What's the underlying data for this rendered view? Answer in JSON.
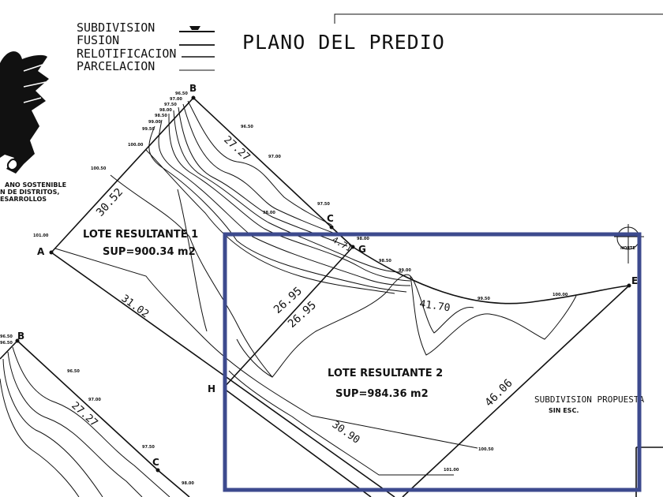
{
  "legend": {
    "items": [
      "SUBDIVISION",
      "FUSION",
      "RELOTIFICACION",
      "PARCELACION"
    ]
  },
  "title": "PLANO DEL PREDIO",
  "logo_text": [
    "ANO SOSTENIBLE",
    "N DE DISTRITOS,",
    "ESARROLLOS"
  ],
  "points": {
    "A": "A",
    "B": "B",
    "C": "C",
    "G": "G",
    "E": "E",
    "H": "H",
    "B2": "B",
    "C2": "C"
  },
  "dimensions": {
    "ab": "30.52",
    "bc": "27.27",
    "a_south": "31.02",
    "cg": "4.71",
    "gh_1": "26.95",
    "gh_2": "26.95",
    "ge": "41.70",
    "e_south": "46.06",
    "h_south": "30.90",
    "bc2": "27.27"
  },
  "lots": {
    "lot1": {
      "name": "LOTE RESULTANTE 1",
      "area": "SUP=900.34 m2"
    },
    "lot2": {
      "name": "LOTE RESULTANTE 2",
      "area": "SUP=984.36 m2"
    }
  },
  "elevations": [
    "96.50",
    "97.00",
    "97.50",
    "98.00",
    "98.50",
    "99.00",
    "99.50",
    "100.00",
    "100.50",
    "101.00"
  ],
  "contour_labels": {
    "c1": "96.50",
    "c2": "97.00",
    "c3": "97.50",
    "c4": "98.00",
    "c5": "98.50",
    "c6": "99.00",
    "c7": "99.50",
    "c8": "100.00",
    "c9": "100.50",
    "r1": "96.50",
    "r2": "97.00",
    "r3": "97.50",
    "r4": "98.00",
    "r5": "98.50",
    "r6": "99.00",
    "r7": "98.00",
    "r8": "99.50",
    "r9": "100.00",
    "r10": "100.50",
    "r11": "101.00",
    "r12": "101.00",
    "l1": "96.50",
    "l2": "96.50",
    "l3": "97.00",
    "l4": "97.50",
    "l5": "98.00"
  },
  "caption": {
    "main": "SUBDIVISION PROPUESTA",
    "scale": "SIN ESC."
  },
  "north_label": "NORTE",
  "highlight_color": "#3d4a8e"
}
